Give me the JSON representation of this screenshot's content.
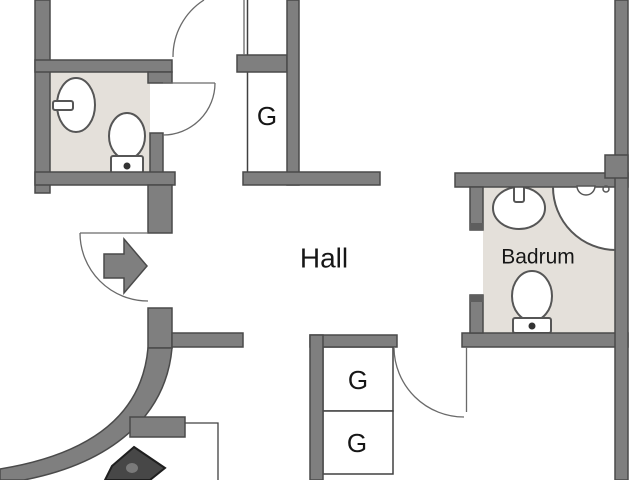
{
  "labels": {
    "hall": "Hall",
    "badrum": "Badrum",
    "closet_top": "G",
    "closet_middle": "G",
    "closet_bottom": "G"
  },
  "icons": {
    "entrance_arrow": "right-arrow",
    "toilet": "toilet-plan-symbol",
    "sink": "sink-plan-symbol",
    "shower": "corner-shower-plan-symbol",
    "stove": "corner-stove-plan-symbol"
  },
  "colors": {
    "background": "#ffffff",
    "wall_fill": "#7f7f7f",
    "wall_outline": "#4a4a4a",
    "wall_end_cap": "#5e5e5e",
    "floor_fill": "#e4e0da",
    "fixture_stroke": "#565656",
    "thin_line": "#404040",
    "door_line": "#6a6a6a",
    "text": "#161616",
    "stove_fill": "#474747",
    "stove_outline": "#1f1f1f"
  }
}
